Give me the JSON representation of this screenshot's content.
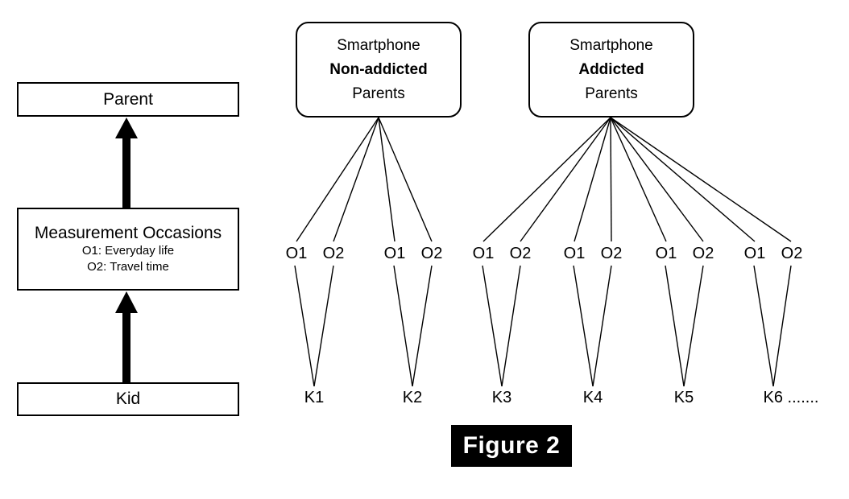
{
  "figure": {
    "caption": "Figure 2"
  },
  "legend_panel": {
    "parent_box": {
      "label": "Parent"
    },
    "measurement_box": {
      "title": "Measurement Occasions",
      "line1": "O1: Everyday life",
      "line2": "O2: Travel time"
    },
    "kid_box": {
      "label": "Kid"
    },
    "arrows": [
      {
        "name": "kid-to-measurement-arrow"
      },
      {
        "name": "measurement-to-parent-arrow"
      }
    ]
  },
  "tree_panel": {
    "groups": [
      {
        "id": "non-addicted",
        "title_line1": "Smartphone",
        "title_line2": "Non-addicted",
        "title_line3": "Parents",
        "kids": [
          {
            "id": "K1",
            "label": "K1",
            "occasions": [
              {
                "label": "O1"
              },
              {
                "label": "O2"
              }
            ]
          },
          {
            "id": "K2",
            "label": "K2",
            "occasions": [
              {
                "label": "O1"
              },
              {
                "label": "O2"
              }
            ]
          }
        ]
      },
      {
        "id": "addicted",
        "title_line1": "Smartphone",
        "title_line2": "Addicted",
        "title_line3": "Parents",
        "kids": [
          {
            "id": "K3",
            "label": "K3",
            "occasions": [
              {
                "label": "O1"
              },
              {
                "label": "O2"
              }
            ]
          },
          {
            "id": "K4",
            "label": "K4",
            "occasions": [
              {
                "label": "O1"
              },
              {
                "label": "O2"
              }
            ]
          },
          {
            "id": "K5",
            "label": "K5",
            "occasions": [
              {
                "label": "O1"
              },
              {
                "label": "O2"
              }
            ]
          },
          {
            "id": "K6",
            "label": "K6 .......",
            "occasions": [
              {
                "label": "O1"
              },
              {
                "label": "O2"
              }
            ]
          }
        ]
      }
    ]
  },
  "colors": {
    "stroke": "#000000",
    "background": "#ffffff",
    "caption_background": "#000000",
    "caption_text": "#ffffff"
  }
}
